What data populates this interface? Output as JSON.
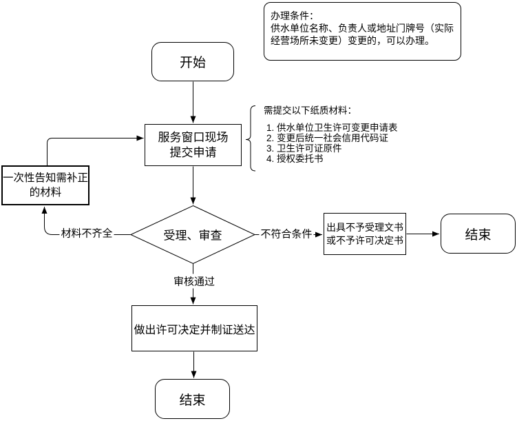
{
  "note": {
    "title": "办理条件：",
    "body": "供水单位名称、负责人或地址门牌号（实际\n经营场所未变更）变更的，可以办理。"
  },
  "nodes": {
    "start": {
      "label": "开始"
    },
    "submit": {
      "label": "服务窗口现场\n提交申请"
    },
    "notify": {
      "label": "一次性告知需补正\n的材料"
    },
    "review": {
      "label": "受理、审查"
    },
    "reject": {
      "label": "出具不予受理文书\n或不予许可决定书"
    },
    "end_right": {
      "label": "结束"
    },
    "decide": {
      "label": "做出许可决定并制证送达"
    },
    "end_bottom": {
      "label": "结束"
    }
  },
  "edge_labels": {
    "incomplete": "材料不齐全",
    "not_qualified": "不符合条件",
    "approved": "审核通过"
  },
  "materials": {
    "title": "需提交以下纸质材料：",
    "items": [
      "1. 供水单位卫生许可变更申请表",
      "2. 变更后统一社会信用代码证",
      "3. 卫生许可证原件",
      "4. 授权委托书"
    ]
  },
  "colors": {
    "line": "#000000",
    "node_fill": "#ffffff",
    "background": "#ffffff"
  }
}
